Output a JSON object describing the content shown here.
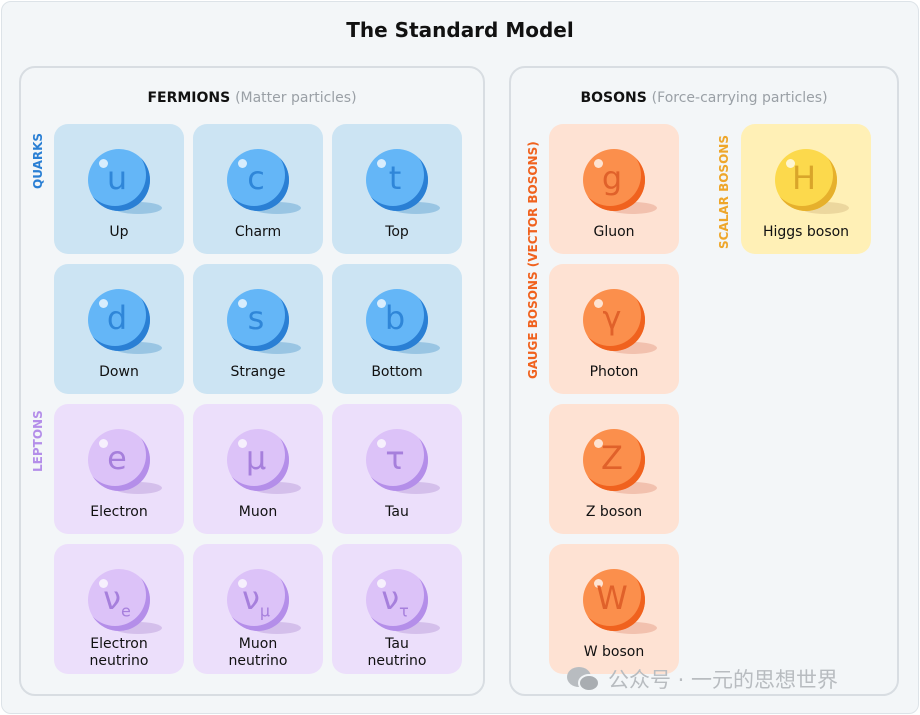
{
  "title": "The Standard Model",
  "fermions": {
    "header": "FERMIONS",
    "sub": "(Matter particles)",
    "quarks_label": "QUARKS",
    "leptons_label": "LEPTONS"
  },
  "bosons": {
    "header": "BOSONS",
    "sub": "(Force-carrying particles)",
    "gauge_label": "GAUGE BOSONS (VECTOR BOSONS)",
    "scalar_label": "SCALAR BOSONS"
  },
  "colors": {
    "quark": {
      "card": "#cce4f3",
      "ball": "#64b6f7",
      "edge": "#2a7fd4",
      "sym": "#2f86d8",
      "shadow": "#5a9fd0"
    },
    "lepton": {
      "card": "#ecdffb",
      "ball": "#dcc2f8",
      "edge": "#b48ee9",
      "sym": "#a67fdc",
      "shadow": "#b89ad8"
    },
    "gauge": {
      "card": "#fee2d3",
      "ball": "#fb8f4c",
      "edge": "#f0621e",
      "sym": "#e0612a",
      "shadow": "#e49a80"
    },
    "scalar": {
      "card": "#fff0b6",
      "ball": "#fcd94c",
      "edge": "#e6b02c",
      "sym": "#d9a52a",
      "shadow": "#d4b880"
    }
  },
  "particles": [
    {
      "symbol": "u",
      "name": "Up",
      "kind": "quark",
      "col": 0,
      "row": 0,
      "panel": "f"
    },
    {
      "symbol": "c",
      "name": "Charm",
      "kind": "quark",
      "col": 1,
      "row": 0,
      "panel": "f"
    },
    {
      "symbol": "t",
      "name": "Top",
      "kind": "quark",
      "col": 2,
      "row": 0,
      "panel": "f"
    },
    {
      "symbol": "d",
      "name": "Down",
      "kind": "quark",
      "col": 0,
      "row": 1,
      "panel": "f"
    },
    {
      "symbol": "s",
      "name": "Strange",
      "kind": "quark",
      "col": 1,
      "row": 1,
      "panel": "f"
    },
    {
      "symbol": "b",
      "name": "Bottom",
      "kind": "quark",
      "col": 2,
      "row": 1,
      "panel": "f"
    },
    {
      "symbol": "e",
      "name": "Electron",
      "kind": "lepton",
      "col": 0,
      "row": 2,
      "panel": "f"
    },
    {
      "symbol": "μ",
      "name": "Muon",
      "kind": "lepton",
      "col": 1,
      "row": 2,
      "panel": "f"
    },
    {
      "symbol": "τ",
      "name": "Tau",
      "kind": "lepton",
      "col": 2,
      "row": 2,
      "panel": "f"
    },
    {
      "symbol": "ν",
      "subscript": "e",
      "name": "Electron neutrino",
      "kind": "lepton",
      "col": 0,
      "row": 3,
      "panel": "f"
    },
    {
      "symbol": "ν",
      "subscript": "μ",
      "name": "Muon neutrino",
      "kind": "lepton",
      "col": 1,
      "row": 3,
      "panel": "f"
    },
    {
      "symbol": "ν",
      "subscript": "τ",
      "name": "Tau neutrino",
      "kind": "lepton",
      "col": 2,
      "row": 3,
      "panel": "f"
    },
    {
      "symbol": "g",
      "name": "Gluon",
      "kind": "gauge",
      "col": 0,
      "row": 0,
      "panel": "b"
    },
    {
      "symbol": "γ",
      "name": "Photon",
      "kind": "gauge",
      "col": 0,
      "row": 1,
      "panel": "b"
    },
    {
      "symbol": "Z",
      "name": "Z boson",
      "kind": "gauge",
      "col": 0,
      "row": 2,
      "panel": "b"
    },
    {
      "symbol": "W",
      "name": "W boson",
      "kind": "gauge",
      "col": 0,
      "row": 3,
      "panel": "b"
    },
    {
      "symbol": "H",
      "name": "Higgs boson",
      "kind": "scalar",
      "col": 1,
      "row": 0,
      "panel": "b"
    }
  ],
  "watermark": "公众号 · 一元的思想世界"
}
